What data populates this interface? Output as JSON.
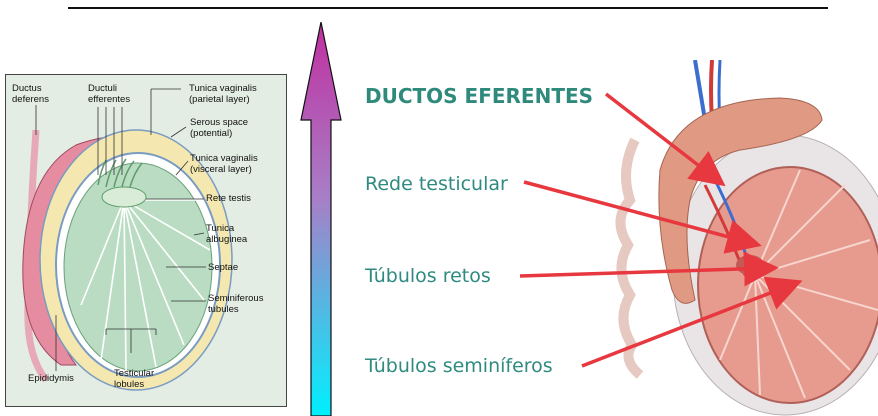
{
  "diagram": {
    "labels": {
      "ductus_deferens": "Ductus\ndeferens",
      "ductuli_efferentes": "Ductuli\nefferentes",
      "tunica_vaginalis_parietal": "Tunica vaginalis\n(parietal layer)",
      "serous_space": "Serous space\n(potential)",
      "tunica_vaginalis_visceral": "Tunica vaginalis\n(visceral layer)",
      "rete_testis": "Rete testis",
      "tunica_albuginea": "Tunica\nalbuginea",
      "septae": "Septae",
      "seminiferous_tubules": "Seminiferous\ntubules",
      "epididymis": "Epididymis",
      "testicular_lobules": "Testicular\nlobules"
    }
  },
  "right_labels": {
    "ductos_eferentes": "DUCTOS EFERENTES",
    "rede_testicular": "Rede testicular",
    "tubulos_retos": "Túbulos retos",
    "tubulos_seminiferos": "Túbulos seminíferos"
  },
  "colors": {
    "arrow_red": "#e8383f",
    "label_teal": "#2f8a80",
    "gradient_top": "#c02fa0",
    "gradient_bottom": "#00f0ff"
  }
}
